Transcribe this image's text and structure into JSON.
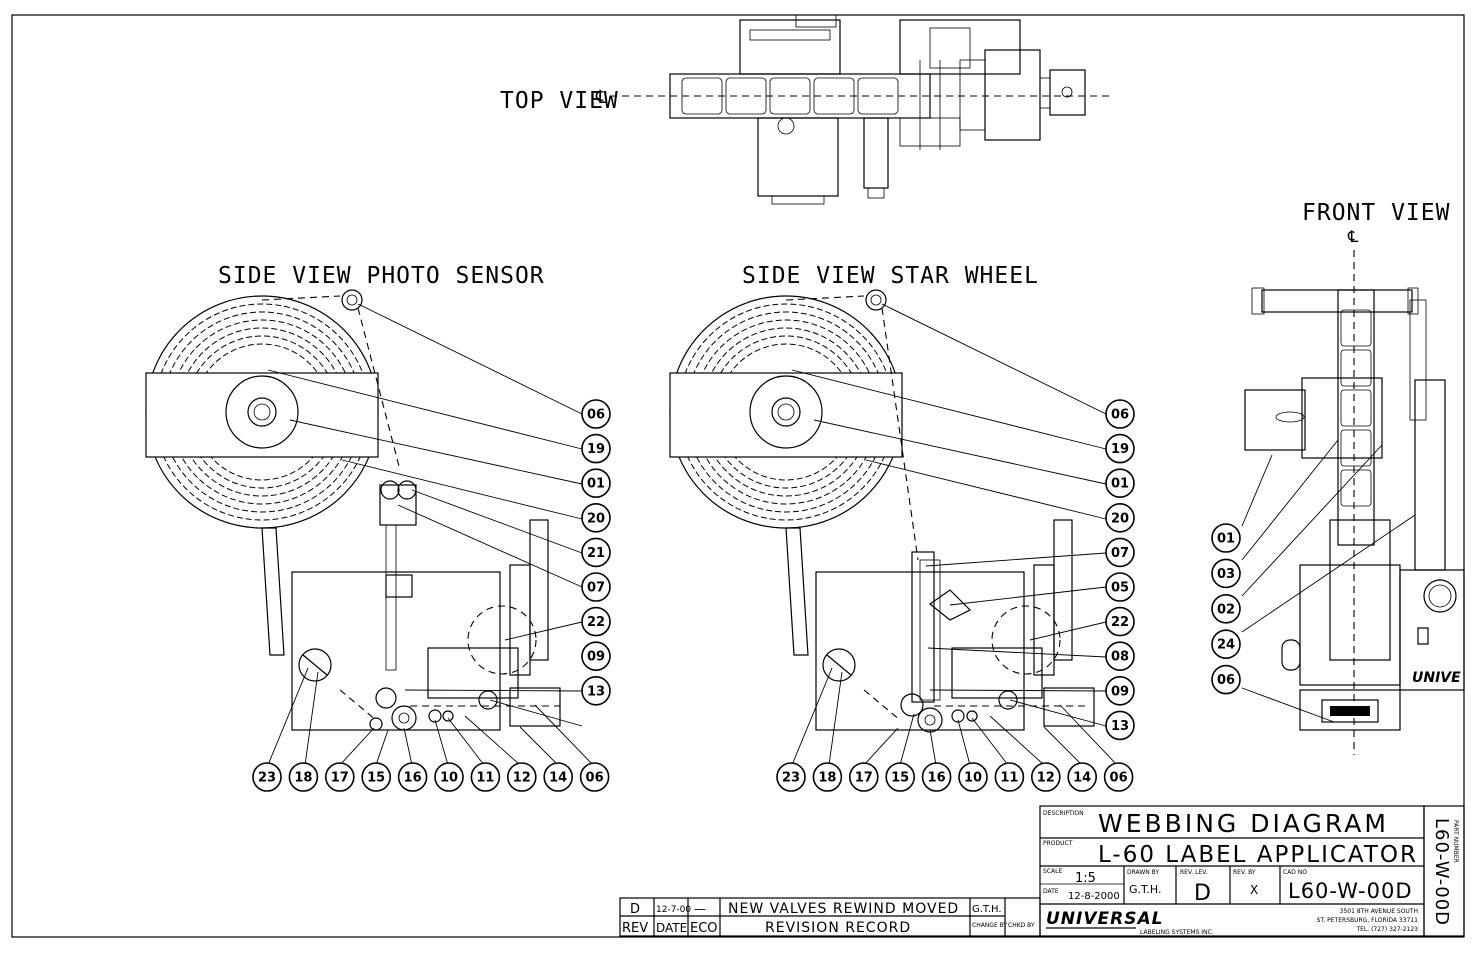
{
  "views": {
    "top": "TOP VIEW",
    "front": "FRONT VIEW",
    "side_photo": "SIDE VIEW PHOTO SENSOR",
    "side_star": "SIDE VIEW STAR WHEEL"
  },
  "balloons": {
    "photo_right": [
      "06",
      "19",
      "01",
      "20",
      "21",
      "07",
      "22",
      "09",
      "13"
    ],
    "photo_bottom": [
      "23",
      "18",
      "17",
      "15",
      "16",
      "10",
      "11",
      "12",
      "14",
      "06"
    ],
    "star_right": [
      "06",
      "19",
      "01",
      "20",
      "07",
      "05",
      "22",
      "08",
      "09",
      "13"
    ],
    "star_bottom": [
      "23",
      "18",
      "17",
      "15",
      "16",
      "10",
      "11",
      "12",
      "14",
      "06"
    ],
    "front": [
      "01",
      "03",
      "02",
      "24",
      "06"
    ]
  },
  "title_block": {
    "description_label": "DESCRIPTION",
    "description": "WEBBING DIAGRAM",
    "product_label": "PRODUCT",
    "product": "L-60 LABEL APPLICATOR",
    "scale_label": "SCALE",
    "scale": "1:5",
    "date_label": "DATE",
    "date": "12-8-2000",
    "drawn_by_label": "DRAWN BY",
    "drawn_by": "G.T.H.",
    "rev_lev_label": "REV. LEV.",
    "rev_lev": "D",
    "rev_by_label": "REV. BY",
    "rev_by": "X",
    "cad_no_label": "CAD NO",
    "cad_no": "L60-W-00D",
    "part_number_label": "PART NUMBER",
    "part_number": "L60-W-00D",
    "company_logo": "UNIVERSAL",
    "company_sub": "LABELING SYSTEMS INC.",
    "address1": "3501 8TH AVENUE SOUTH",
    "address2": "ST. PETERSBURG, FLORIDA 33711",
    "phone": "TEL. (727) 327-2123"
  },
  "revision": {
    "rev": "D",
    "date": "12-7-00",
    "eco": "—",
    "description": "NEW VALVES REWIND MOVED",
    "change_by": "G.T.H.",
    "header_rev": "REV",
    "header_date": "DATE",
    "header_eco": "ECO",
    "header_record": "REVISION RECORD",
    "header_change": "CHANGE BY",
    "header_chkd": "CHKD BY"
  },
  "front_logo": "UNIVE"
}
